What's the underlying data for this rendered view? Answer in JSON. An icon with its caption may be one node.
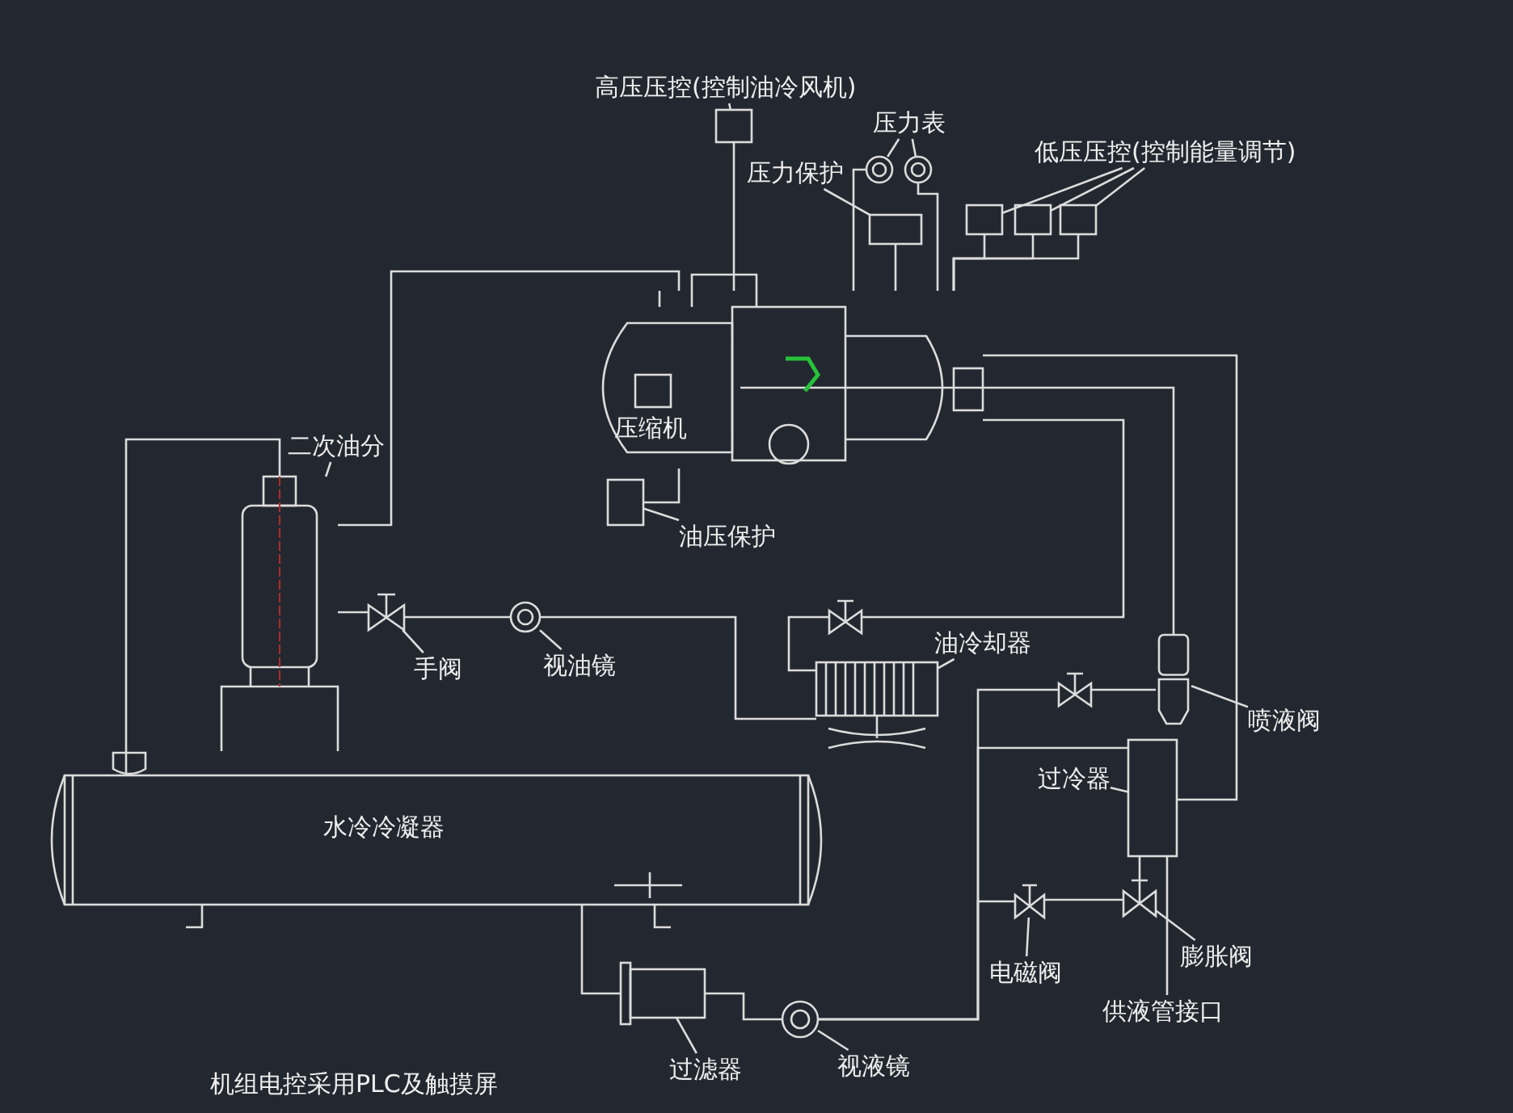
{
  "diagram": {
    "nodes": [
      {
        "text": [
          "高压压控(控制油冷风机)"
        ]
      },
      {
        "text": [],
        "shape": "box"
      },
      {
        "text": [
          "压力表"
        ]
      },
      {
        "text": [],
        "shape": "circle"
      },
      {
        "text": [],
        "shape": "circle"
      },
      {
        "text": [
          "压力保护"
        ]
      },
      {
        "text": [],
        "shape": "box"
      },
      {
        "text": [
          "低压压控(控制能量调节)"
        ]
      },
      {
        "text": [],
        "shape": "box"
      },
      {
        "text": [],
        "shape": "box"
      },
      {
        "text": [],
        "shape": "box"
      },
      {
        "text": [
          "压缩机"
        ]
      },
      {
        "text": [
          "油压保护"
        ]
      },
      {
        "text": [],
        "shape": "box"
      },
      {
        "text": [
          "二次油分"
        ]
      },
      {
        "text": [],
        "shape": "cylinder"
      },
      {
        "text": [
          "手阀"
        ]
      },
      {
        "text": [],
        "shape": "valve"
      },
      {
        "text": [
          "视油镜"
        ]
      },
      {
        "text": [],
        "shape": "circle"
      },
      {
        "text": [
          "油冷却器"
        ]
      },
      {
        "text": [],
        "shape": "picture"
      },
      {
        "text": [
          "喷液阀"
        ]
      },
      {
        "text": [],
        "shape": "valve"
      },
      {
        "text": [
          "过冷器"
        ]
      },
      {
        "text": [],
        "shape": "box"
      },
      {
        "text": [
          "电磁阀"
        ]
      },
      {
        "text": [],
        "shape": "valve"
      },
      {
        "text": [
          "膨胀阀"
        ]
      },
      {
        "text": [],
        "shape": "valve"
      },
      {
        "text": [
          "供液管接口"
        ]
      },
      {
        "text": [
          "水冷冷凝器"
        ]
      },
      {
        "text": [
          "过滤器"
        ]
      },
      {
        "text": [],
        "shape": "cylinder"
      },
      {
        "text": [
          "视液镜"
        ]
      },
      {
        "text": [],
        "shape": "circle"
      },
      {
        "text": [],
        "shape": "valve"
      },
      {
        "text": [],
        "shape": "valve"
      }
    ],
    "edges": [
      {
        "from": 0,
        "to": 1,
        "arrow": "none"
      },
      {
        "from": 2,
        "to": 3,
        "arrow": "none"
      },
      {
        "from": 2,
        "to": 4,
        "arrow": "none"
      },
      {
        "from": 5,
        "to": 6,
        "arrow": "none"
      },
      {
        "from": 7,
        "to": 8,
        "arrow": "none"
      },
      {
        "from": 7,
        "to": 9,
        "arrow": "none"
      },
      {
        "from": 7,
        "to": 10,
        "arrow": "none"
      },
      {
        "from": 12,
        "to": 13,
        "arrow": "none"
      },
      {
        "from": 14,
        "to": 15,
        "arrow": "none"
      },
      {
        "from": 16,
        "to": 17,
        "arrow": "none"
      },
      {
        "from": 18,
        "to": 19,
        "arrow": "none"
      },
      {
        "from": 20,
        "to": 21,
        "arrow": "none"
      },
      {
        "from": 22,
        "to": 23,
        "arrow": "none"
      },
      {
        "from": 24,
        "to": 25,
        "arrow": "none"
      },
      {
        "from": 26,
        "to": 27,
        "arrow": "none"
      },
      {
        "from": 28,
        "to": 29,
        "arrow": "none"
      },
      {
        "from": 32,
        "to": 33,
        "arrow": "none"
      },
      {
        "from": 34,
        "to": 35,
        "arrow": "none"
      },
      {
        "from": 1,
        "to": 11,
        "arrow": "none"
      },
      {
        "from": 3,
        "to": 11,
        "arrow": "none"
      },
      {
        "from": 4,
        "to": 11,
        "arrow": "none"
      },
      {
        "from": 6,
        "to": 11,
        "arrow": "none"
      },
      {
        "from": 8,
        "to": 11,
        "arrow": "none"
      },
      {
        "from": 9,
        "to": 11,
        "arrow": "none"
      },
      {
        "from": 10,
        "to": 11,
        "arrow": "none"
      },
      {
        "from": 13,
        "to": 11,
        "arrow": "none"
      },
      {
        "from": 11,
        "to": 15,
        "arrow": "none"
      },
      {
        "from": 15,
        "to": 17,
        "arrow": "none"
      },
      {
        "from": 17,
        "to": 19,
        "arrow": "none"
      },
      {
        "from": 19,
        "to": 21,
        "arrow": "none"
      },
      {
        "from": 21,
        "to": 36,
        "arrow": "none"
      },
      {
        "from": 36,
        "to": 11,
        "arrow": "none"
      },
      {
        "from": 15,
        "to": 31,
        "arrow": "none"
      },
      {
        "from": 31,
        "to": 33,
        "arrow": "none"
      },
      {
        "from": 33,
        "to": 35,
        "arrow": "none"
      },
      {
        "from": 35,
        "to": 27,
        "arrow": "none"
      },
      {
        "from": 35,
        "to": 37,
        "arrow": "none"
      },
      {
        "from": 37,
        "to": 23,
        "arrow": "none"
      },
      {
        "from": 23,
        "to": 11,
        "arrow": "none"
      },
      {
        "from": 35,
        "to": 25,
        "arrow": "none"
      },
      {
        "from": 27,
        "to": 29,
        "arrow": "none"
      },
      {
        "from": 29,
        "to": 25,
        "arrow": "none"
      },
      {
        "from": 25,
        "to": 11,
        "arrow": "none"
      },
      {
        "from": 25,
        "to": 30,
        "arrow": "none"
      }
    ],
    "labels": [
      "机组电控采用PLC及触摸屏"
    ]
  }
}
